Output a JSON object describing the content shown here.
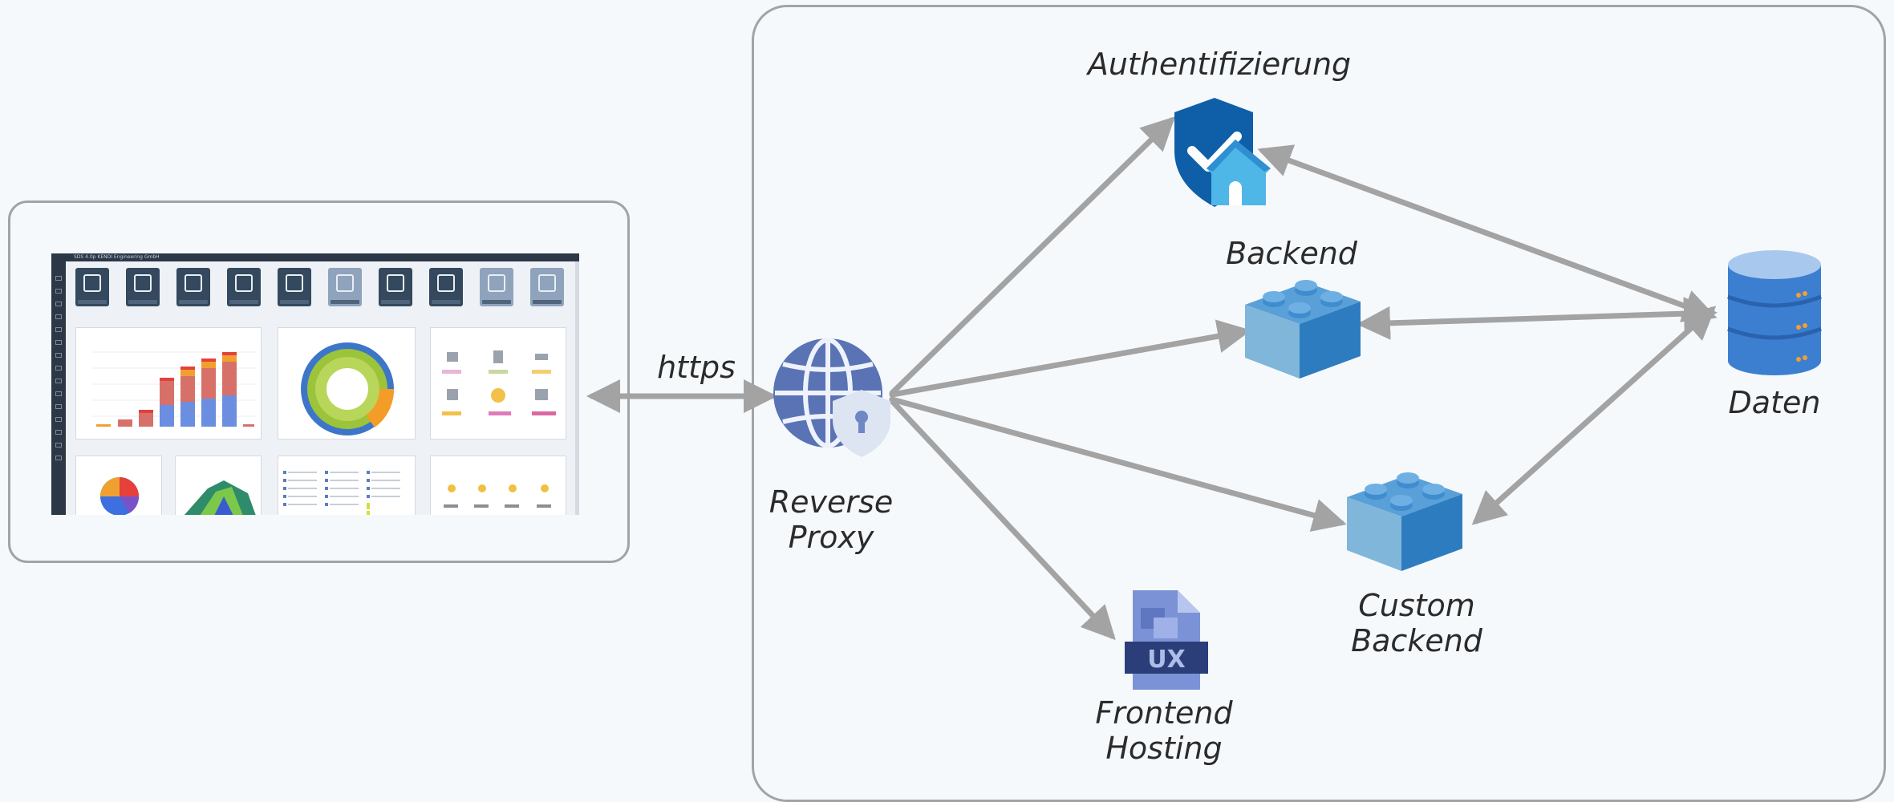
{
  "labels": {
    "https": "https",
    "authentifizierung": "Authentifizierung",
    "backend": "Backend",
    "daten": "Daten",
    "reverse_proxy": "Reverse\nProxy",
    "custom_backend": "Custom\nBackend",
    "frontend_hosting": "Frontend\nHosting"
  },
  "icons": {
    "auth": "shield-check-house-icon",
    "backend": "lego-brick-icon",
    "custom_backend": "lego-brick-icon",
    "proxy": "globe-shield-icon",
    "data": "database-icon",
    "frontend": "ux-file-icon"
  },
  "colors": {
    "arrow": "#a3a3a3",
    "panel_border": "#a3a3a3",
    "background": "#f6f9fc",
    "brick_top": "#5aa0d8",
    "brick_side": "#2e7cc0",
    "brick_light": "#7fb6d9",
    "shield": "#0f5fa8",
    "house": "#4fb6e8",
    "database": "#3c7fd0",
    "globe": "#5a73b5"
  },
  "dashboard_screenshot": {
    "title_bar": "SDS 4.0p KENDI Engineering GmbH"
  }
}
